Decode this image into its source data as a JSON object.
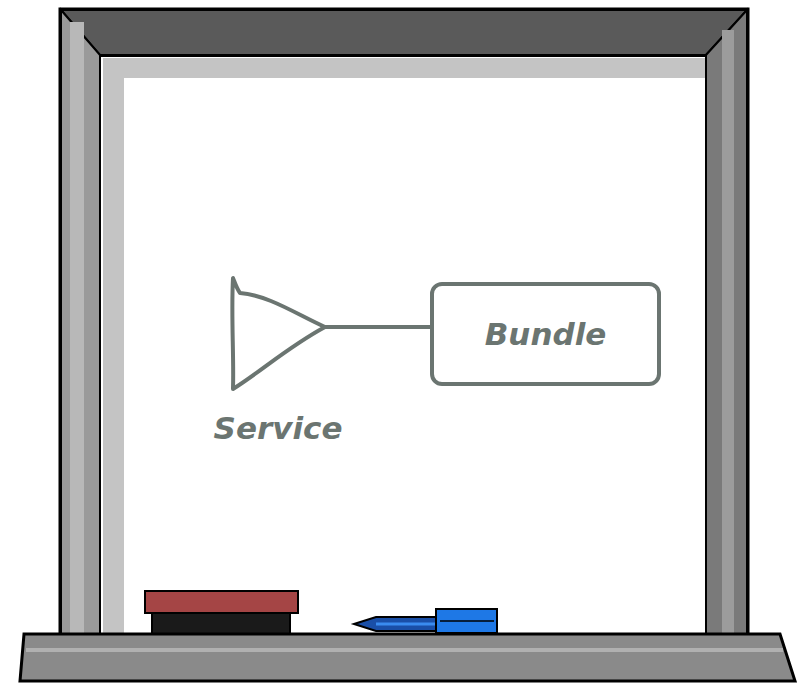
{
  "diagram": {
    "nodes": [
      {
        "text": [
          "Service"
        ]
      },
      {
        "text": [
          "Bundle"
        ]
      }
    ],
    "edges": [
      {
        "from": 0,
        "to": 1,
        "arrow": "none"
      }
    ]
  }
}
